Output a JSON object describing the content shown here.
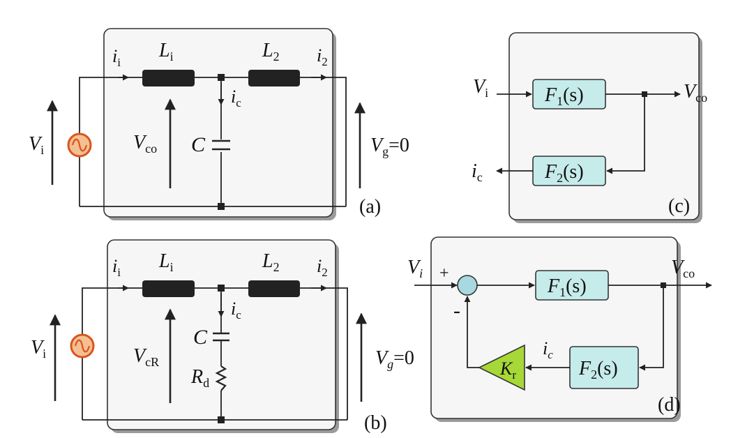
{
  "panels": {
    "a": {
      "tag": "(a)",
      "Vi": {
        "main": "V",
        "sub": "i"
      },
      "ii": {
        "main": "i",
        "sub": "i"
      },
      "L1": {
        "main": "L",
        "sub": "i"
      },
      "L2": {
        "main": "L",
        "sub": "2"
      },
      "i2": {
        "main": "i",
        "sub": "2"
      },
      "ic": {
        "main": "i",
        "sub": "c"
      },
      "C": "C",
      "Vco": {
        "main": "V",
        "sub": "co"
      },
      "Vg": {
        "main": "V",
        "sub": "g",
        "tail": "=0"
      }
    },
    "b": {
      "tag": "(b)",
      "Vi": {
        "main": "V",
        "sub": "i"
      },
      "ii": {
        "main": "i",
        "sub": "i"
      },
      "L1": {
        "main": "L",
        "sub": "i"
      },
      "L2": {
        "main": "L",
        "sub": "2"
      },
      "i2": {
        "main": "i",
        "sub": "2"
      },
      "ic": {
        "main": "i",
        "sub": "c"
      },
      "C": "C",
      "Rd": {
        "main": "R",
        "sub": "d"
      },
      "VcR": {
        "main": "V",
        "sub": "cR"
      },
      "Vg": {
        "main": "V",
        "sub": "g",
        "tail": "=0"
      }
    },
    "c": {
      "tag": "(c)",
      "Vi": {
        "main": "V",
        "sub": "i"
      },
      "Vco": {
        "main": "V",
        "sub": "co"
      },
      "ic": {
        "main": "i",
        "sub": "c"
      },
      "F1": {
        "main": "F",
        "sub": "1",
        "arg": "(s)"
      },
      "F2": {
        "main": "F",
        "sub": "2",
        "arg": "(s)"
      }
    },
    "d": {
      "tag": "(d)",
      "Vi": {
        "main": "V",
        "sub": "i"
      },
      "plus": "+",
      "minus": "-",
      "Vco": {
        "main": "V",
        "sub": "co"
      },
      "ic": {
        "main": "i",
        "sub": "c"
      },
      "F1": {
        "main": "F",
        "sub": "1",
        "arg": "(s)"
      },
      "F2": {
        "main": "F",
        "sub": "2",
        "arg": "(s)"
      },
      "Kr": {
        "main": "K",
        "sub": "r"
      }
    }
  },
  "colors": {
    "panel_fill": "#f6f6f6",
    "block_fill": "#c6ebeb",
    "gain_fill": "#a6d837",
    "source_fill": "#f4c092",
    "source_stroke": "#d9541d",
    "sum_fill": "#a8d8e0"
  },
  "icons": {
    "source": "ac-voltage-source-icon",
    "inductor": "inductor-icon",
    "capacitor": "capacitor-icon",
    "resistor": "resistor-icon",
    "sum": "summing-junction-icon",
    "gain": "gain-triangle-icon"
  }
}
